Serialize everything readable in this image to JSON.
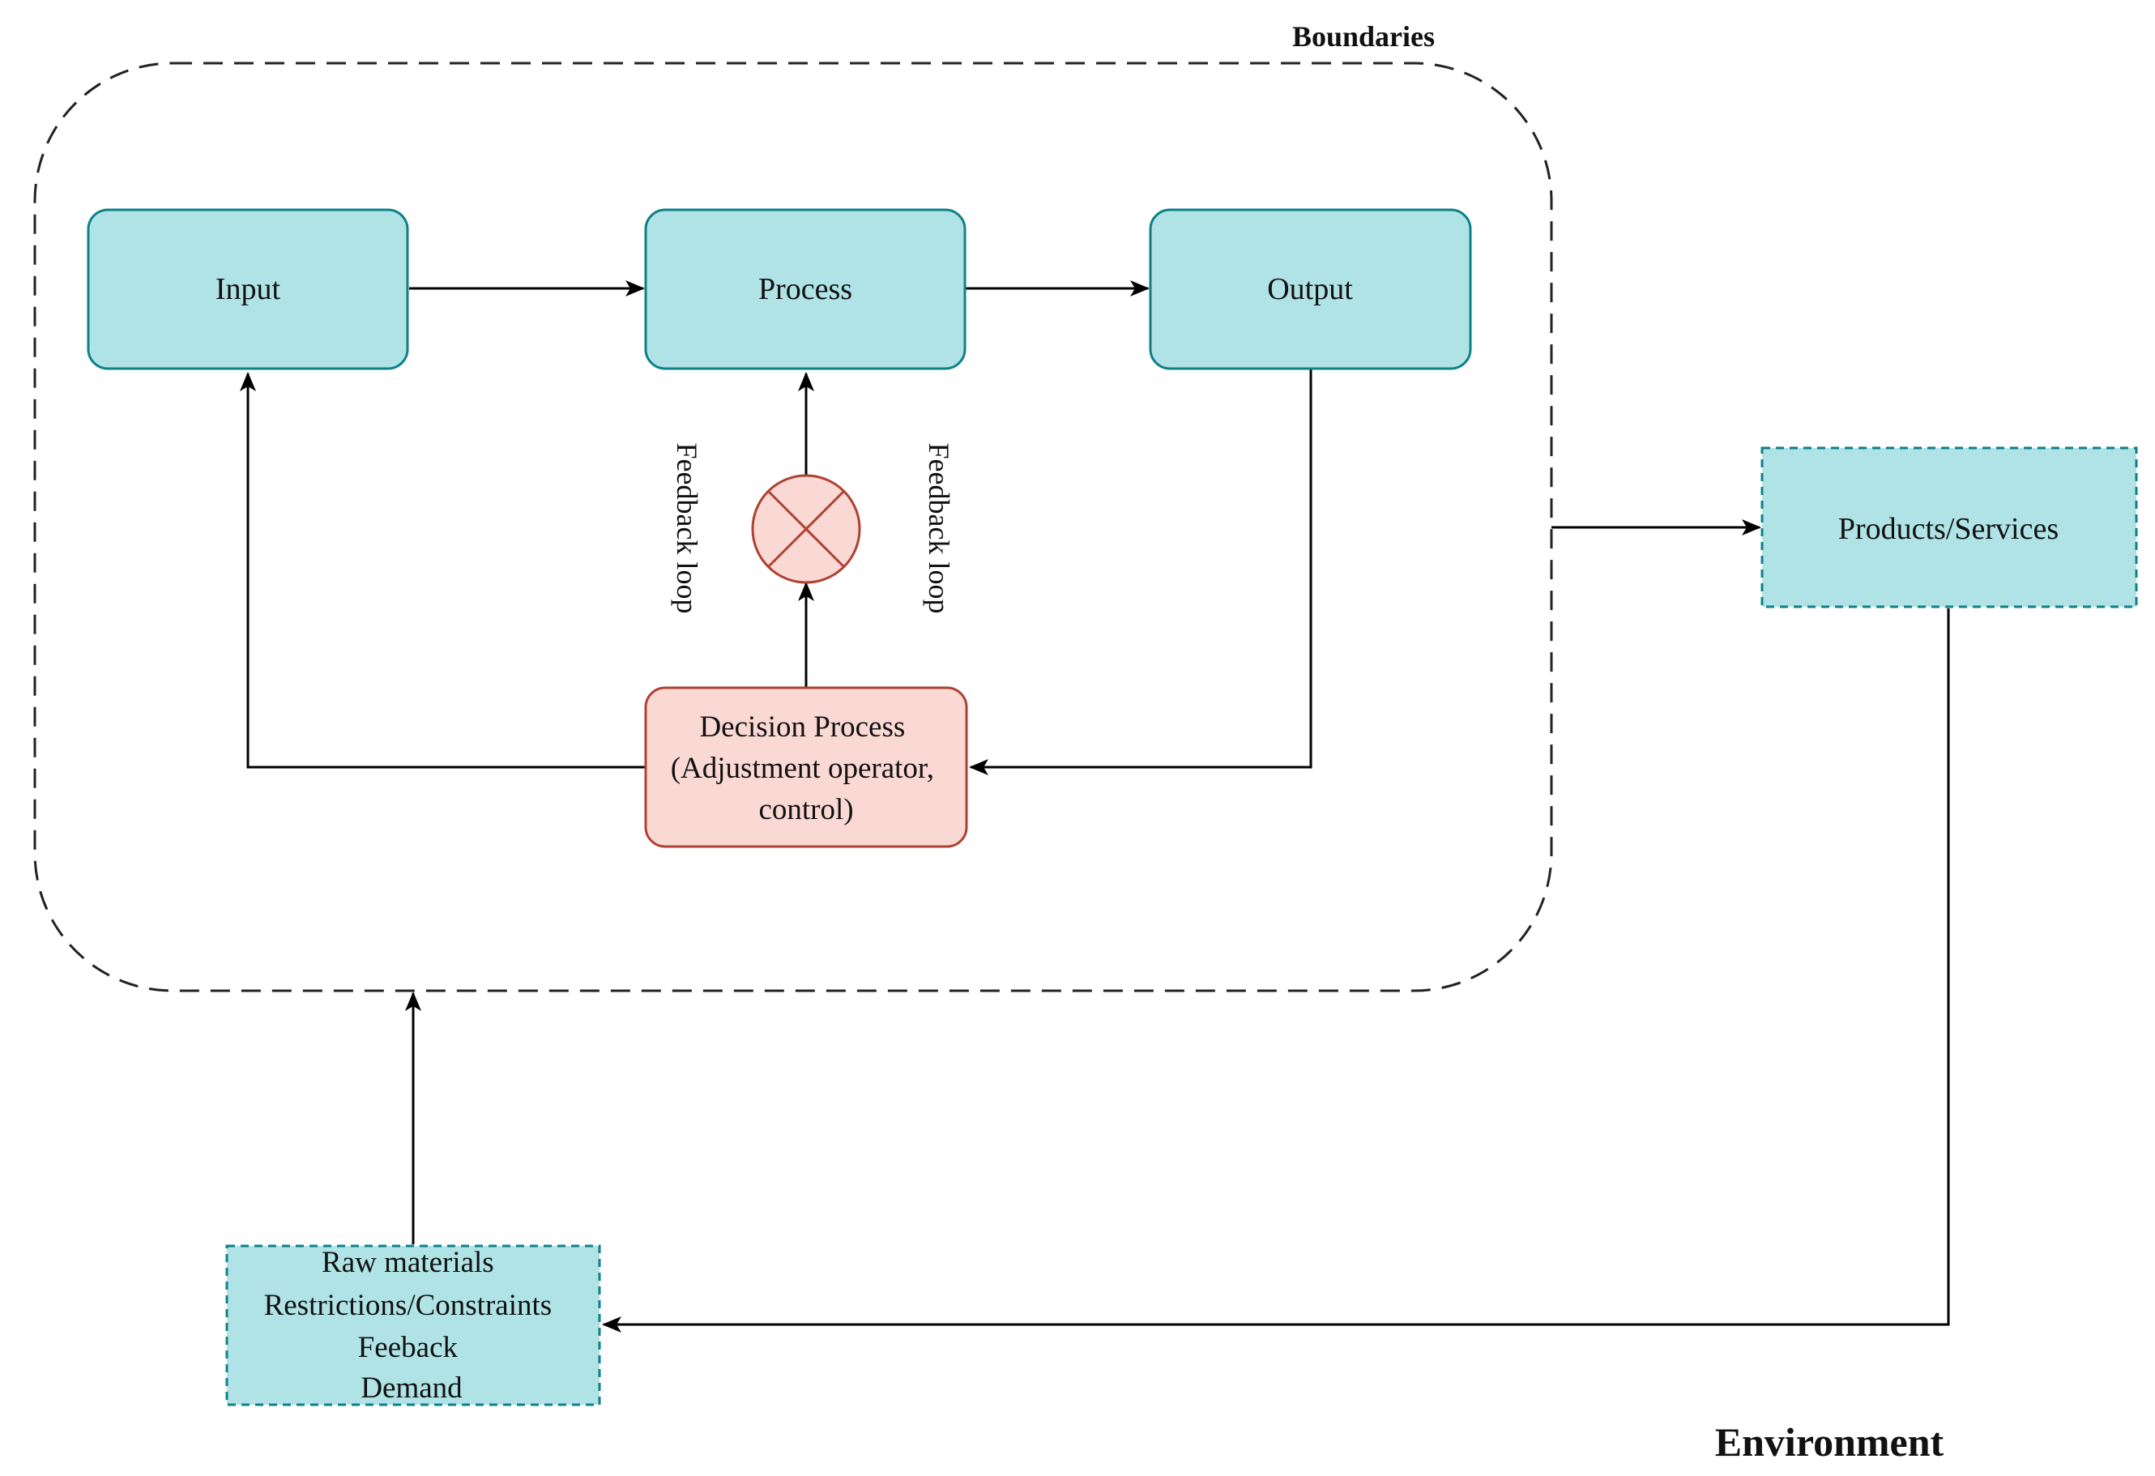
{
  "boundary": {
    "label": "Boundaries"
  },
  "environment": {
    "label": "Environment"
  },
  "nodes": {
    "input": {
      "label": "Input"
    },
    "process": {
      "label": "Process"
    },
    "output": {
      "label": "Output"
    },
    "decision": {
      "lines": [
        "Decision Process",
        "(Adjustment operator,",
        "control)"
      ]
    },
    "products": {
      "label": "Products/Services"
    },
    "resources": {
      "lines": [
        "Raw materials",
        "Restrictions/Constraints",
        "Feeback",
        "Demand"
      ]
    }
  },
  "feedback_labels": {
    "left": "Feedback loop",
    "right": "Feedback loop"
  },
  "colors": {
    "teal_fill": "#b0e3e6",
    "teal_stroke": "#0e8088",
    "red_fill": "#fad9d5",
    "red_stroke": "#ae4132",
    "line": "#000000"
  },
  "icons": {
    "summing_junction": "circle-x-icon"
  }
}
